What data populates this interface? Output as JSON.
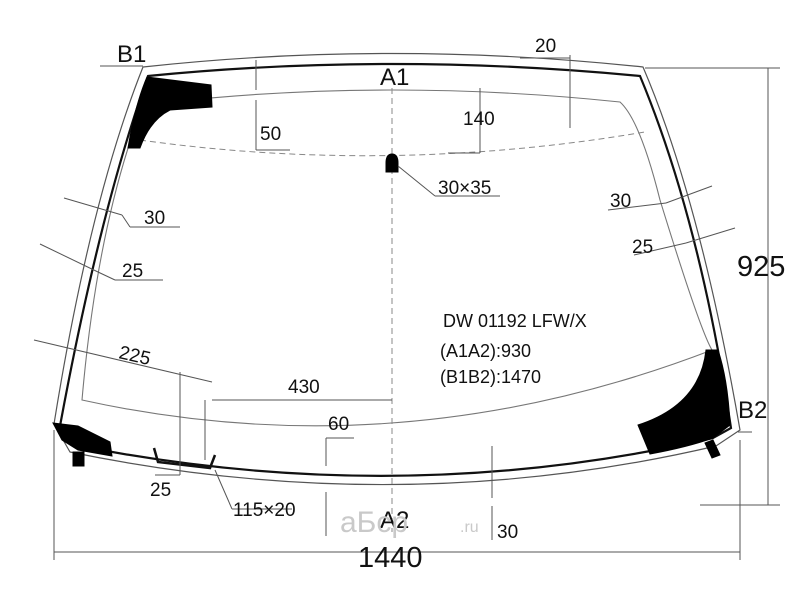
{
  "part_code": "DW 01192 LFW/X",
  "diagonals": {
    "a1a2": "(A1A2):930",
    "b1b2": "(B1B2):1470"
  },
  "points": {
    "a1": "A1",
    "a2": "A2",
    "b1": "B1",
    "b2": "B2"
  },
  "dimensions": {
    "top_offset": "20",
    "top_band": "140",
    "top_left_band": "50",
    "mirror_pad": "30×35",
    "left_inner": "30",
    "left_outer": "25",
    "right_inner": "30",
    "right_outer": "25",
    "corner_offset": "225",
    "bottom_center": "430",
    "bottom_band": "60",
    "bottom_left": "25",
    "bracket": "115×20",
    "bottom_edge": "30",
    "total_width": "1440",
    "total_height": "925"
  },
  "watermark": {
    "brand": "aБcp",
    "suffix": ".ru"
  }
}
